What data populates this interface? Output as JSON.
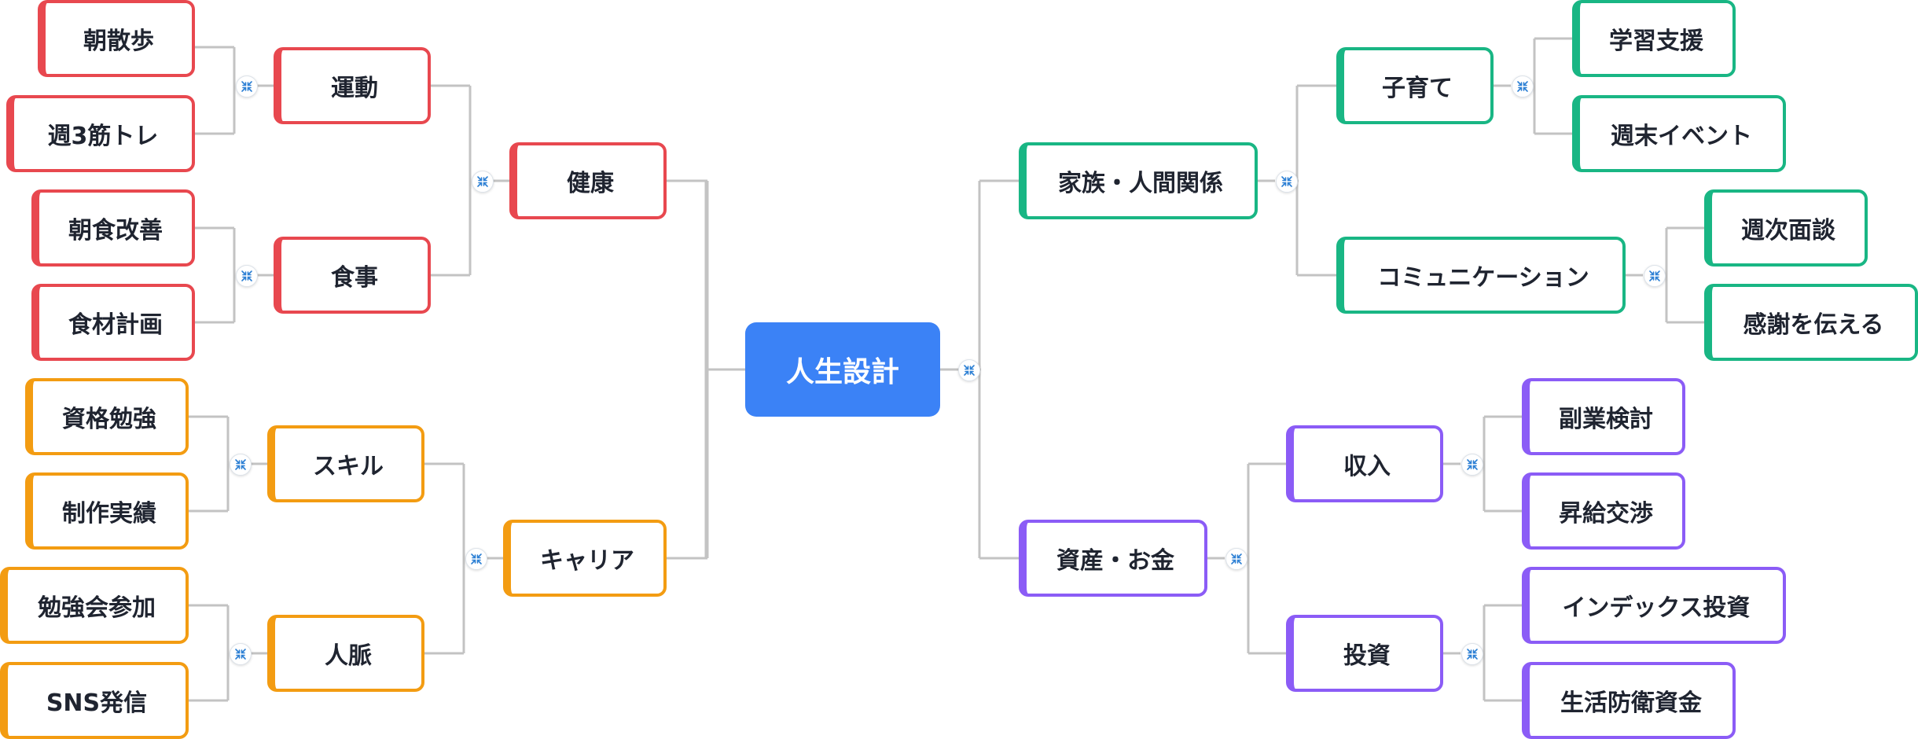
{
  "colors": {
    "root": "#3b82f6",
    "health": "#e8484f",
    "career": "#f39c12",
    "family": "#19b684",
    "assets": "#8b5cf6",
    "link": "#c3c3c3",
    "toggle_icon": "#2b7fd4"
  },
  "toggle_icon": "collapse-arrows-icon",
  "mindmap": {
    "root": "人生設計",
    "branches": [
      {
        "key": "health",
        "label": "健康",
        "children": [
          {
            "label": "運動",
            "children": [
              "朝散歩",
              "週3筋トレ"
            ]
          },
          {
            "label": "食事",
            "children": [
              "朝食改善",
              "食材計画"
            ]
          }
        ]
      },
      {
        "key": "career",
        "label": "キャリア",
        "children": [
          {
            "label": "スキル",
            "children": [
              "資格勉強",
              "制作実績"
            ]
          },
          {
            "label": "人脈",
            "children": [
              "勉強会参加",
              "SNS発信"
            ]
          }
        ]
      },
      {
        "key": "family",
        "label": "家族・人間関係",
        "children": [
          {
            "label": "子育て",
            "children": [
              "学習支援",
              "週末イベント"
            ]
          },
          {
            "label": "コミュニケーション",
            "children": [
              "週次面談",
              "感謝を伝える"
            ]
          }
        ]
      },
      {
        "key": "assets",
        "label": "資産・お金",
        "children": [
          {
            "label": "収入",
            "children": [
              "副業検討",
              "昇給交渉"
            ]
          },
          {
            "label": "投資",
            "children": [
              "インデックス投資",
              "生活防衛資金"
            ]
          }
        ]
      }
    ]
  }
}
